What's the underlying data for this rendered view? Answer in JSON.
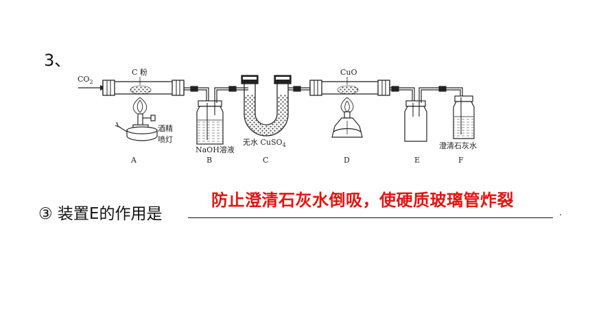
{
  "question_number": "3、",
  "diagram": {
    "gas_in": "CO",
    "gas_in_sub": "2",
    "reagent_a": "C 粉",
    "burner_a": [
      "酒精",
      "喷灯"
    ],
    "reagent_b": "NaOH溶液",
    "reagent_c_main": "无水 CuSO",
    "reagent_c_sub": "4",
    "reagent_d": "CuO",
    "reagent_f": "澄清石灰水",
    "letters": [
      "A",
      "B",
      "C",
      "D",
      "E",
      "F"
    ]
  },
  "question": {
    "prefix": "③ 装置E的作用是",
    "answer": "防止澄清石灰水倒吸，使硬质玻璃管炸裂",
    "tail": "."
  }
}
